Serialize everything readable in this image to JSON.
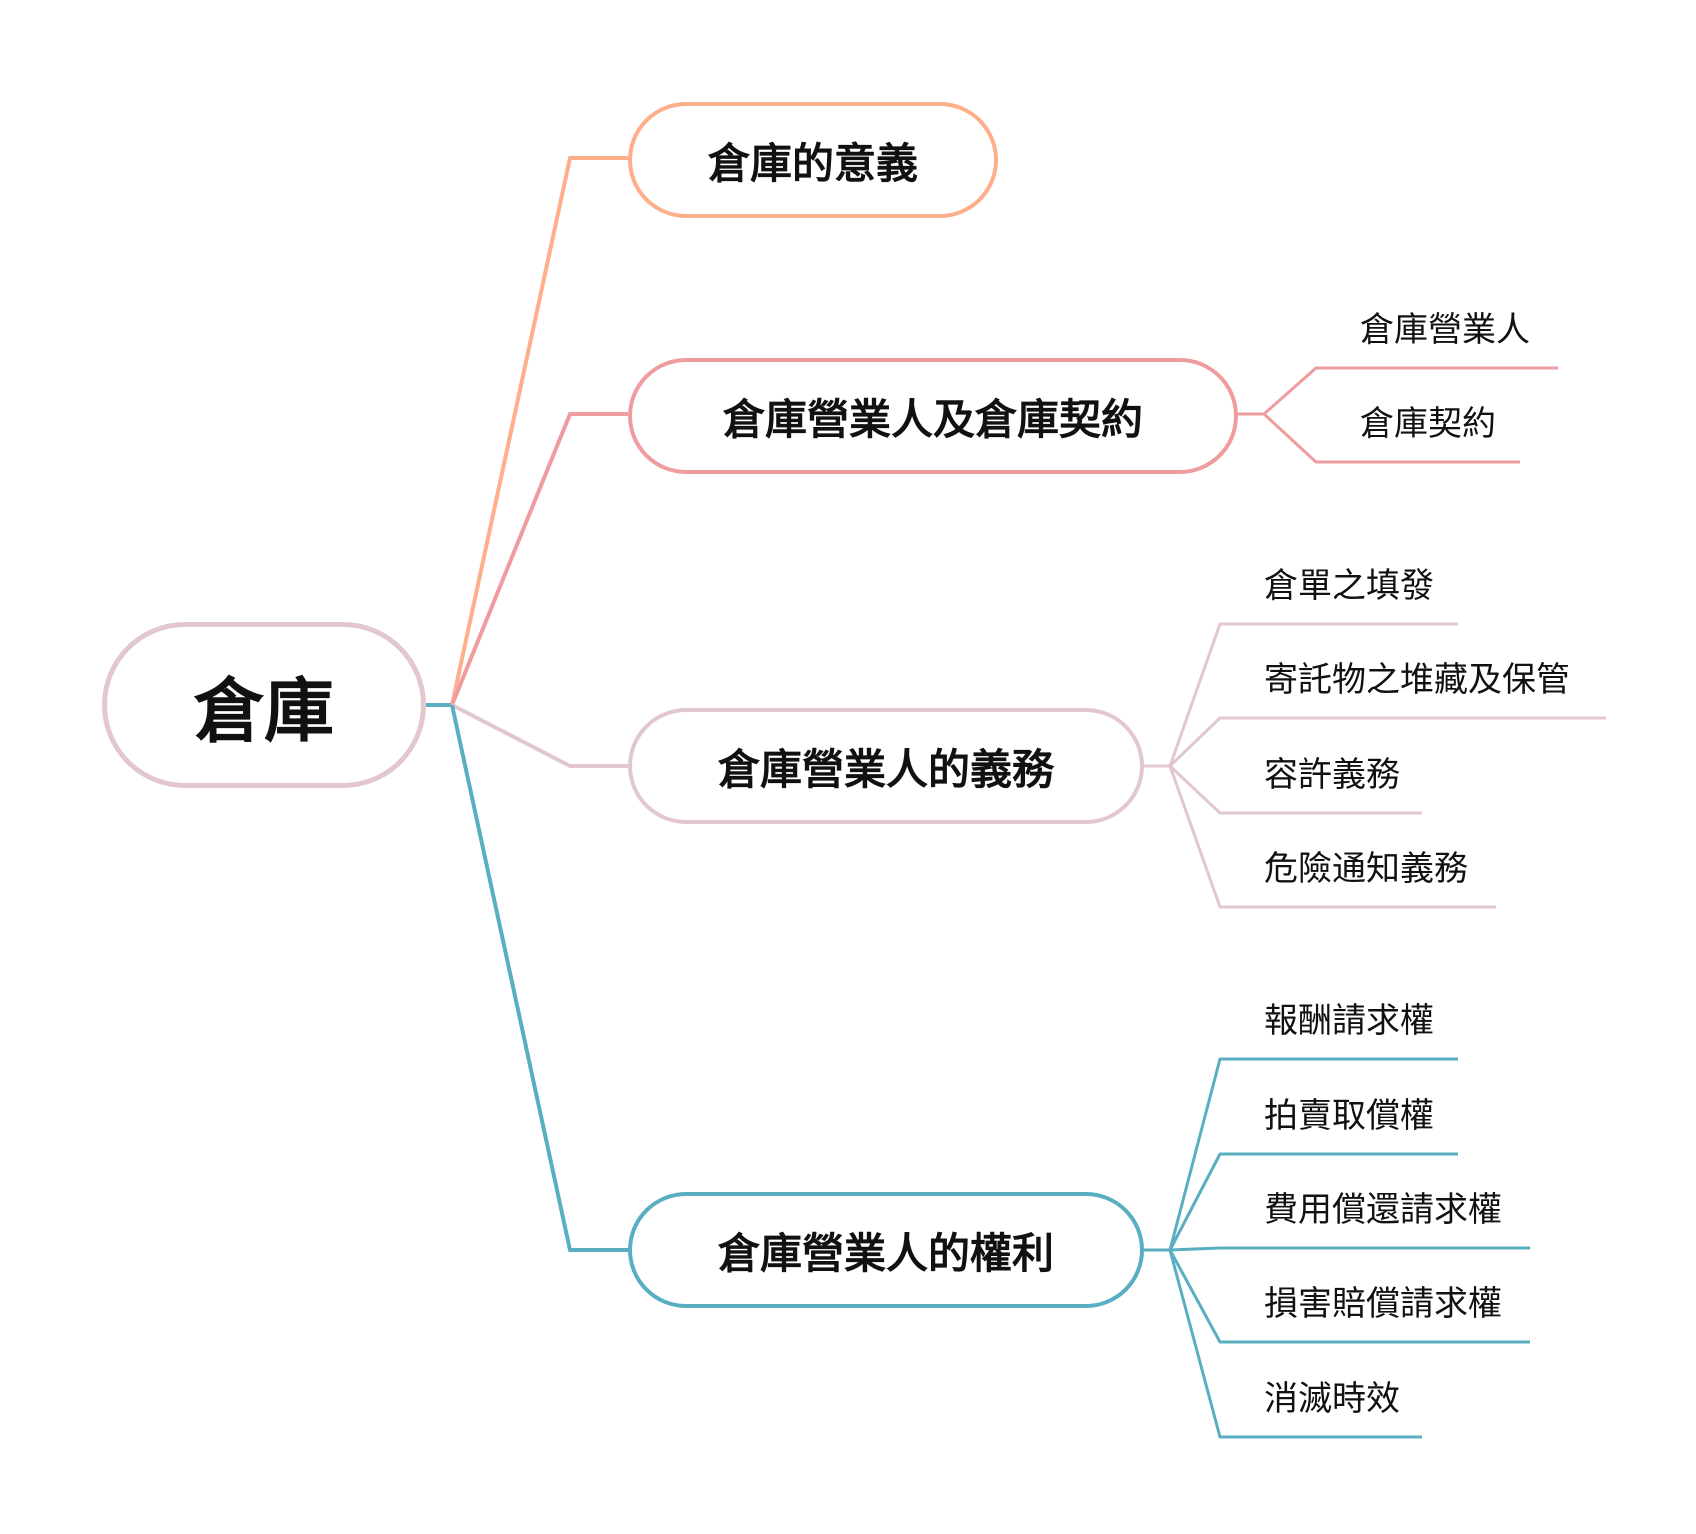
{
  "root": {
    "label": "倉庫",
    "color": "#e2c7ce"
  },
  "branches": [
    {
      "label": "倉庫的意義",
      "color": "#fdae8a",
      "children": []
    },
    {
      "label": "倉庫營業人及倉庫契約",
      "color": "#ef9c9f",
      "children": [
        "倉庫營業人",
        "倉庫契約"
      ]
    },
    {
      "label": "倉庫營業人的義務",
      "color": "#e2c7ce",
      "children": [
        "倉單之填發",
        "寄託物之堆藏及保管",
        "容許義務",
        "危險通知義務"
      ]
    },
    {
      "label": "倉庫營業人的權利",
      "color": "#5aaec2",
      "children": [
        "報酬請求權",
        "拍賣取償權",
        "費用償還請求權",
        "損害賠償請求權",
        "消滅時效"
      ]
    }
  ]
}
